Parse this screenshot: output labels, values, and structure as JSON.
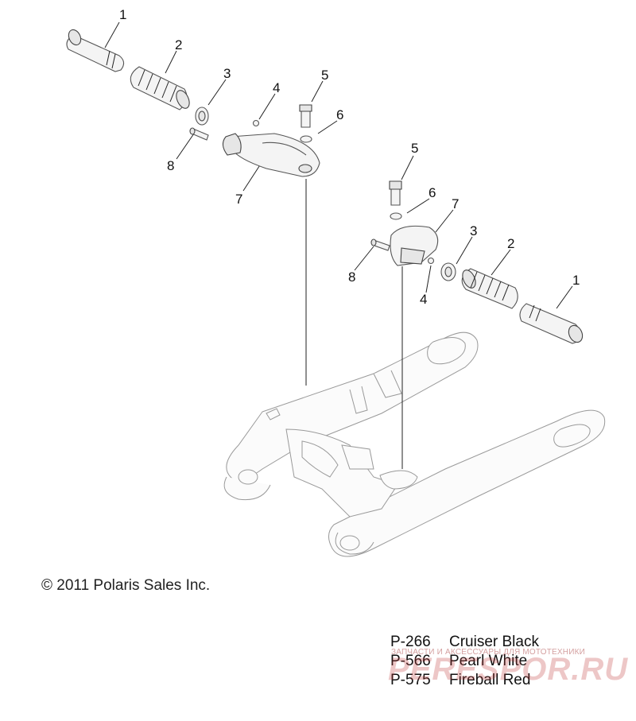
{
  "callouts": {
    "c1a": "1",
    "c2a": "2",
    "c3a": "3",
    "c4a": "4",
    "c5a": "5",
    "c6a": "6",
    "c7a": "7",
    "c8a": "8",
    "c5b": "5",
    "c6b": "6",
    "c7b": "7",
    "c3b": "3",
    "c2b": "2",
    "c1b": "1",
    "c8b": "8",
    "c4b": "4"
  },
  "copyright": "© 2011 Polaris Sales Inc.",
  "legend": [
    {
      "code": "P-266",
      "name": "Cruiser Black"
    },
    {
      "code": "P-566",
      "name": "Pearl White"
    },
    {
      "code": "P-575",
      "name": "Fireball Red"
    }
  ],
  "watermark": {
    "text": "ЗАПЧАСТИ И АКСЕССУАРЫ ДЛЯ МОТОТЕХНИКИ",
    "logo": "PERESPOR.RU",
    "color": "#c23a3a"
  }
}
